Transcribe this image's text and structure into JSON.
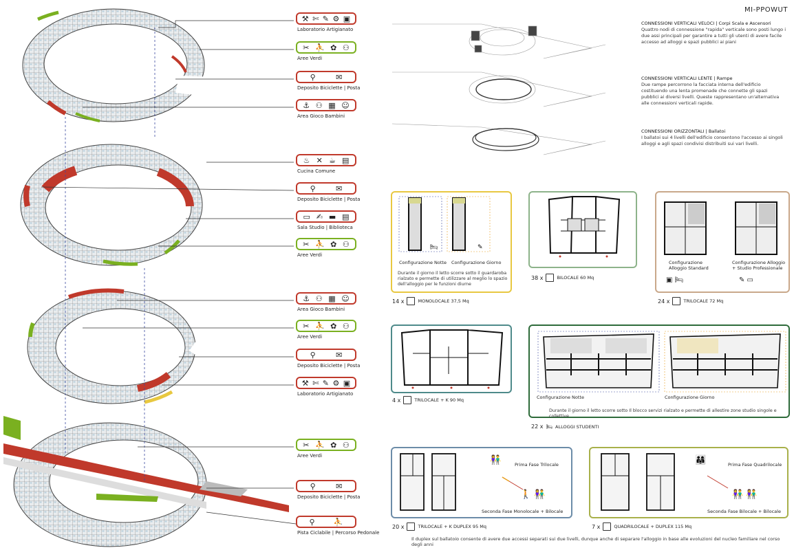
{
  "title": "MI-PPOWUT",
  "connections": [
    {
      "head": "CONNESSIONI VERTICALI VELOCI | Corpi Scala e Ascensori",
      "body": "Quattro nodi di connessione \"rapida\" verticale sono posti lungo i due assi principali per garantire a tutti gli utenti di avere facile accesso ad alloggi e spazi pubblici ai piani"
    },
    {
      "head": "CONNESSIONI VERTICALI LENTE | Rampe",
      "body": "Due rampe percorrono la facciata interna dell'edificio costituendo una lenta promenade che connette gli spazi pubblici ai diversi livelli. Queste rappresentano un'alternativa alle connessioni verticali rapide."
    },
    {
      "head": "CONNESSIONI ORIZZONTALI | Ballatoi",
      "body": "I ballatoi sui 4 livelli dell'edificio consentono l'accesso ai singoli alloggi e agli spazi condivisi distribuiti sui vari livelli."
    }
  ],
  "legend": [
    {
      "label": "Laboratorio Artigianato",
      "color": "red",
      "icons": [
        "⚒",
        "✄",
        "✎",
        "⚙",
        "▣"
      ]
    },
    {
      "label": "Aree Verdi",
      "color": "green",
      "icons": [
        "✂",
        "⛹",
        "✿",
        "⚇"
      ]
    },
    {
      "label": "Deposito Biciclette | Posta",
      "color": "red",
      "icons": [
        "⚲",
        "✉"
      ]
    },
    {
      "label": "Area Gioco Bambini",
      "color": "red",
      "icons": [
        "⚓",
        "⚇",
        "▦",
        "☺"
      ]
    },
    {
      "label": "Cucina Comune",
      "color": "red",
      "icons": [
        "♨",
        "✕",
        "☕",
        "▤"
      ]
    },
    {
      "label": "Deposito Biciclette | Posta",
      "color": "red",
      "icons": [
        "⚲",
        "✉"
      ]
    },
    {
      "label": "Sala Studio | Biblioteca",
      "color": "red",
      "icons": [
        "▭",
        "✍",
        "▬",
        "▤"
      ]
    },
    {
      "label": "Aree Verdi",
      "color": "green",
      "icons": [
        "✂",
        "⛹",
        "✿",
        "⚇"
      ]
    },
    {
      "label": "Area Gioco Bambini",
      "color": "red",
      "icons": [
        "⚓",
        "⚇",
        "▦",
        "☺"
      ]
    },
    {
      "label": "Aree Verdi",
      "color": "green",
      "icons": [
        "✂",
        "⛹",
        "✿",
        "⚇"
      ]
    },
    {
      "label": "Deposito Biciclette | Posta",
      "color": "red",
      "icons": [
        "⚲",
        "✉"
      ]
    },
    {
      "label": "Laboratorio Artigianato",
      "color": "red",
      "icons": [
        "⚒",
        "✄",
        "✎",
        "⚙",
        "▣"
      ]
    },
    {
      "label": "Aree Verdi",
      "color": "green",
      "icons": [
        "✂",
        "⛹",
        "✿",
        "⚇"
      ]
    },
    {
      "label": "Deposito Biciclette | Posta",
      "color": "red",
      "icons": [
        "⚲",
        "✉"
      ]
    },
    {
      "label": "Pista Ciclabile | Percorso Pedonale",
      "color": "red",
      "icons": [
        "⚲",
        "⛹"
      ]
    }
  ],
  "units": {
    "monolocale": {
      "count": "14 x",
      "name": "MONOLOCALE 37,5 Mq",
      "cap1": "Configurazione Notte",
      "cap2": "Configurazione Giorno",
      "note": "Durante il giorno il letto scorre sotto il guardaroba rialzato e permette di utilizzare al meglio lo spazio dell'alloggio per le funzioni diurne"
    },
    "bilocale": {
      "count": "38 x",
      "name": "BILOCALE 60 Mq"
    },
    "trilocale": {
      "count": "24 x",
      "name": "TRILOCALE 72 Mq",
      "cap1": "Configurazione Alloggio Standard",
      "cap2": "Configurazione Alloggio + Studio Professionale"
    },
    "trilocale_k": {
      "count": "4 x",
      "name": "TRILOCALE + K 90 Mq"
    },
    "studenti": {
      "count": "22 x",
      "name": "ALLOGGI STUDENTI",
      "cap1": "Configurazione Notte",
      "cap2": "Configurazione Giorno",
      "note": "Durante il giorno il letto scorre sotto Il blocco servizi rialzato e permette di allestire zone studio singole e collettive"
    },
    "duplex_tri": {
      "count": "20 x",
      "name": "TRILOCALE + K DUPLEX 95 Mq",
      "fase1": "Prima Fase Trilocale",
      "fase2": "Seconda Fase Monolocale + Bilocale"
    },
    "duplex_quad": {
      "count": "7 x",
      "name": "QUADRILOCALE + DUPLEX 115 Mq",
      "fase1": "Prima Fase Quadrilocale",
      "fase2": "Seconda Fase Bilocale + Bilocale"
    },
    "footer": "Il duplex sul ballatoio consente di avere due accessi separati sui due livelli, dunque anche di separare l'alloggio in base alle evoluzioni del nucleo familiare nel corso degli anni"
  },
  "colors": {
    "accent_red": "#c0392b",
    "accent_green": "#7ab020",
    "accent_yellow": "#e8c840",
    "card_green": "#8db38a",
    "card_tan": "#c9a88a",
    "card_teal": "#4e8a8a",
    "card_dkgreen": "#2e6b3a",
    "card_blue": "#6c8ca8",
    "card_olive": "#a8b04a"
  }
}
